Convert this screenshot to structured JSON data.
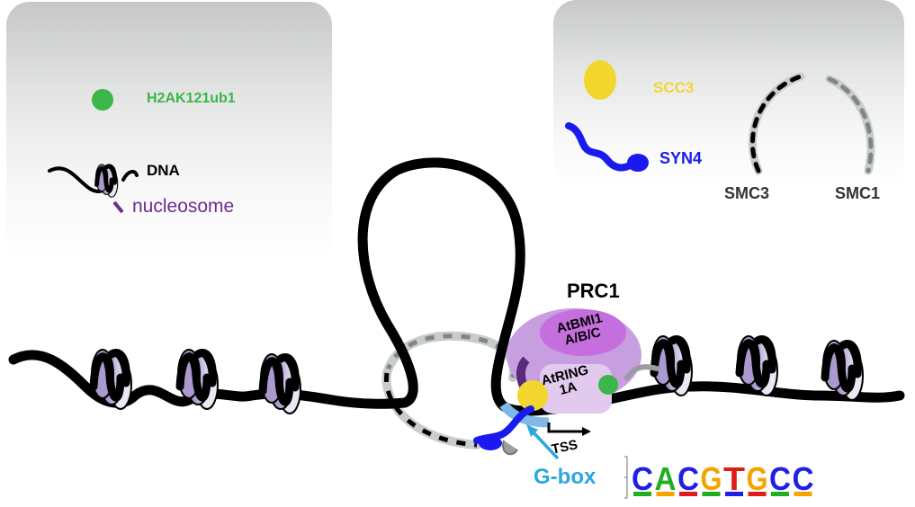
{
  "legend_left": {
    "h2a_label": "H2AK121ub1",
    "dna_label": "DNA",
    "nucleosome_label": "nucleosome"
  },
  "legend_right": {
    "scc3_label": "SCC3",
    "syn4_label": "SYN4",
    "smc3_label": "SMC3",
    "smc1_label": "SMC1"
  },
  "main": {
    "prc1_label": "PRC1",
    "atbmi1_line1": "AtBMI1",
    "atbmi1_line2": "A/B/C",
    "atring_line1": "AtRING",
    "atring_line2": "1A",
    "tss_label": "TSS",
    "gbox_label": "G-box"
  },
  "motif": {
    "consensus": [
      "C",
      "A",
      "C",
      "G",
      "T",
      "G",
      "C",
      "C"
    ],
    "letter_colors": {
      "A": "#1fae1f",
      "C": "#1f1fe6",
      "G": "#f5a300",
      "T": "#e01b1b"
    }
  },
  "colors": {
    "h2a_green": "#3cb54a",
    "scc3_yellow": "#f2d62e",
    "syn4_blue": "#1a1aee",
    "nucleosome_purple": "#6b2d91",
    "gbox_blue": "#2aa7df",
    "text_dark": "#333333"
  }
}
